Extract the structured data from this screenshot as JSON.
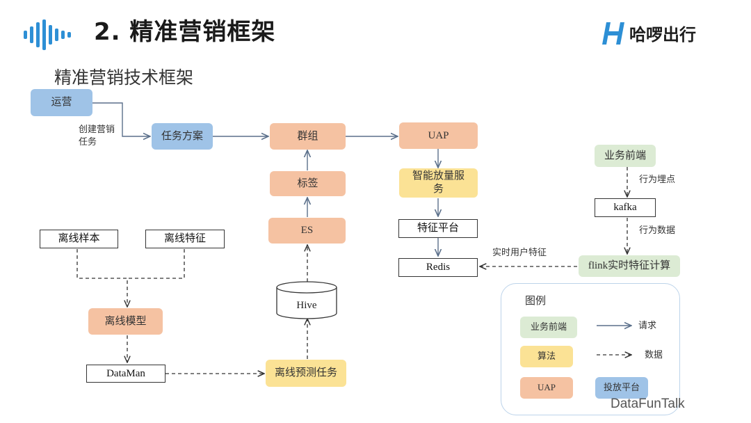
{
  "header": {
    "title": "2. 精准营销框架",
    "subtitle": "精准营销技术框架",
    "brand": "哈啰出行",
    "watermark": "DataFunTalk"
  },
  "colors": {
    "request_blue": "#9fc3e7",
    "business_green": "#dcebd4",
    "algorithm_yellow": "#fbe295",
    "uap_orange": "#f5c2a2",
    "logo_blue": "#2d8fd5"
  },
  "nodes": {
    "operation": "运营",
    "task_plan": "任务方案",
    "group": "群组",
    "uap": "UAP",
    "tag": "标签",
    "es": "ES",
    "hive": "Hive",
    "smart_volume": "智能放量服务",
    "feature_platform": "特征平台",
    "redis": "Redis",
    "business_frontend": "业务前端",
    "kafka": "kafka",
    "flink": "flink实时特征计算",
    "offline_sample": "离线样本",
    "offline_feature": "离线特征",
    "offline_model": "离线模型",
    "dataman": "DataMan",
    "offline_predict": "离线预测任务"
  },
  "edge_labels": {
    "create_task_1": "创建营销",
    "create_task_2": "任务",
    "behavior_tracking": "行为埋点",
    "behavior_data": "行为数据",
    "realtime_feature": "实时用户特征"
  },
  "legend": {
    "title": "图例",
    "business_frontend": "业务前端",
    "algorithm": "算法",
    "uap": "UAP",
    "delivery_platform": "投放平台",
    "request": "请求",
    "data": "数据"
  }
}
